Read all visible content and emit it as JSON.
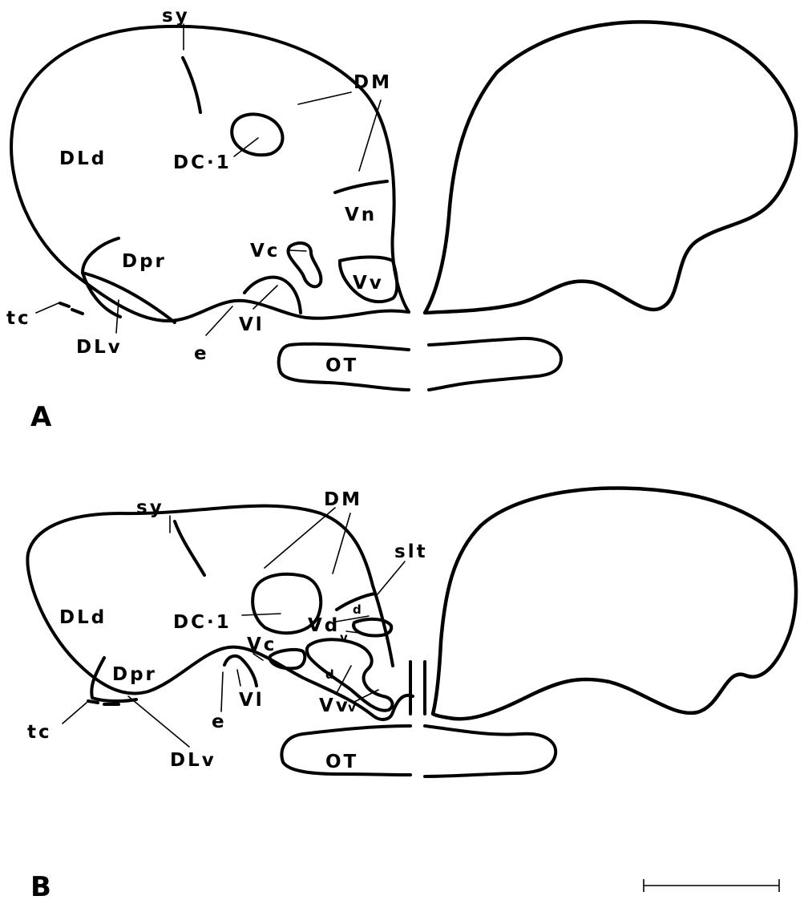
{
  "panel_a": {
    "letter": "A",
    "labels": {
      "sy": "sy",
      "dm": "DM",
      "dc1": "DC·1",
      "dld": "DLd",
      "vn": "Vn",
      "dpr": "Dpr",
      "vc": "Vc",
      "vv": "Vv",
      "tc": "tc",
      "vl": "Vl",
      "dlv": "DLv",
      "e": "e",
      "ot": "OT"
    }
  },
  "panel_b": {
    "letter": "B",
    "labels": {
      "sy": "sy",
      "dm": "DM",
      "slt": "slt",
      "dc1": "DC·1",
      "dld": "DLd",
      "d_upper": "d",
      "vd": "Vd",
      "v_upper": "v",
      "vc": "Vc",
      "d_lower": "d",
      "dpr": "Dpr",
      "vl": "Vl",
      "vv": "Vv",
      "v_lower": "v",
      "e": "e",
      "tc": "tc",
      "dlv": "DLv",
      "ot": "OT"
    }
  },
  "colors": {
    "ink": "#000000",
    "paper": "#ffffff"
  }
}
